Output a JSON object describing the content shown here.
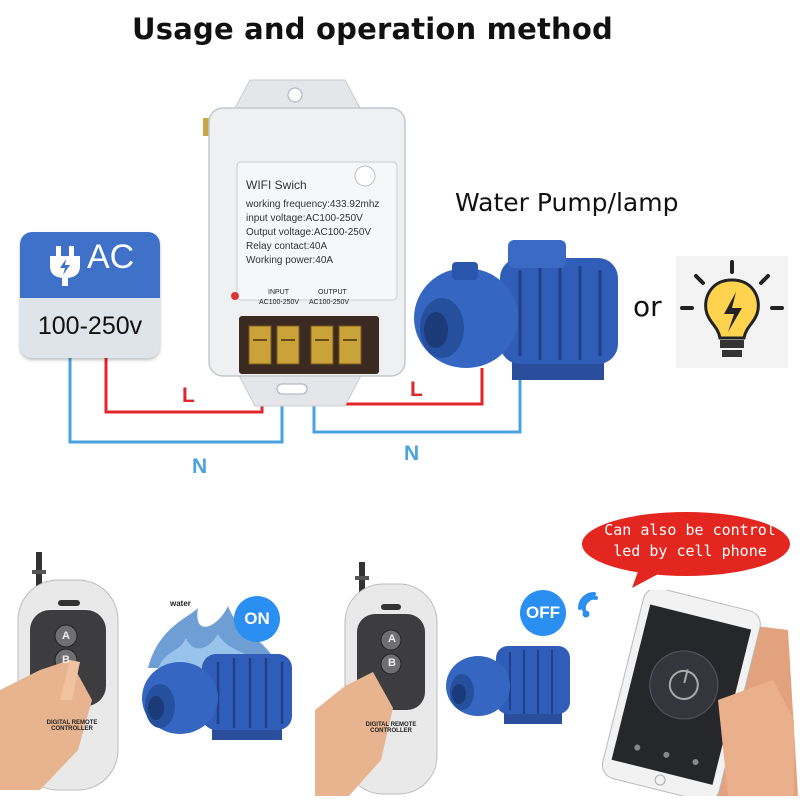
{
  "title": "Usage and operation method",
  "device": {
    "name": "WIFI Swich",
    "specs": [
      "working frequency:433.92mhz",
      "input voltage:AC100-250V",
      "Output voltage:AC100-250V",
      "Relay contact:40A",
      "Working power:40A"
    ],
    "input_label": "INPUT",
    "output_label": "OUTPUT",
    "input_range": "AC100-250V",
    "output_range": "AC100-250V"
  },
  "power_source": {
    "label": "AC",
    "range": "100-250v"
  },
  "load": {
    "label": "Water Pump/lamp",
    "or": "or"
  },
  "wires": {
    "live_left": "L",
    "live_right": "L",
    "neutral_left": "N",
    "neutral_right": "N"
  },
  "colors": {
    "live": "#e0262b",
    "neutral": "#4aa3df",
    "accent": "#3f71c9",
    "bubble": "#e3261f",
    "state": "#2a8ff0"
  },
  "remote": {
    "buttons": [
      "A",
      "B"
    ],
    "brand": "DIGITAL REMOTE CONTROLLER"
  },
  "scenes": {
    "on_label": "ON",
    "off_label": "OFF",
    "water_label": "water"
  },
  "phone_bubble": {
    "line1": "Can also be control",
    "line2": "led by cell phone"
  },
  "icons": [
    "plug-icon",
    "lightbulb-icon",
    "wifi-icon"
  ]
}
